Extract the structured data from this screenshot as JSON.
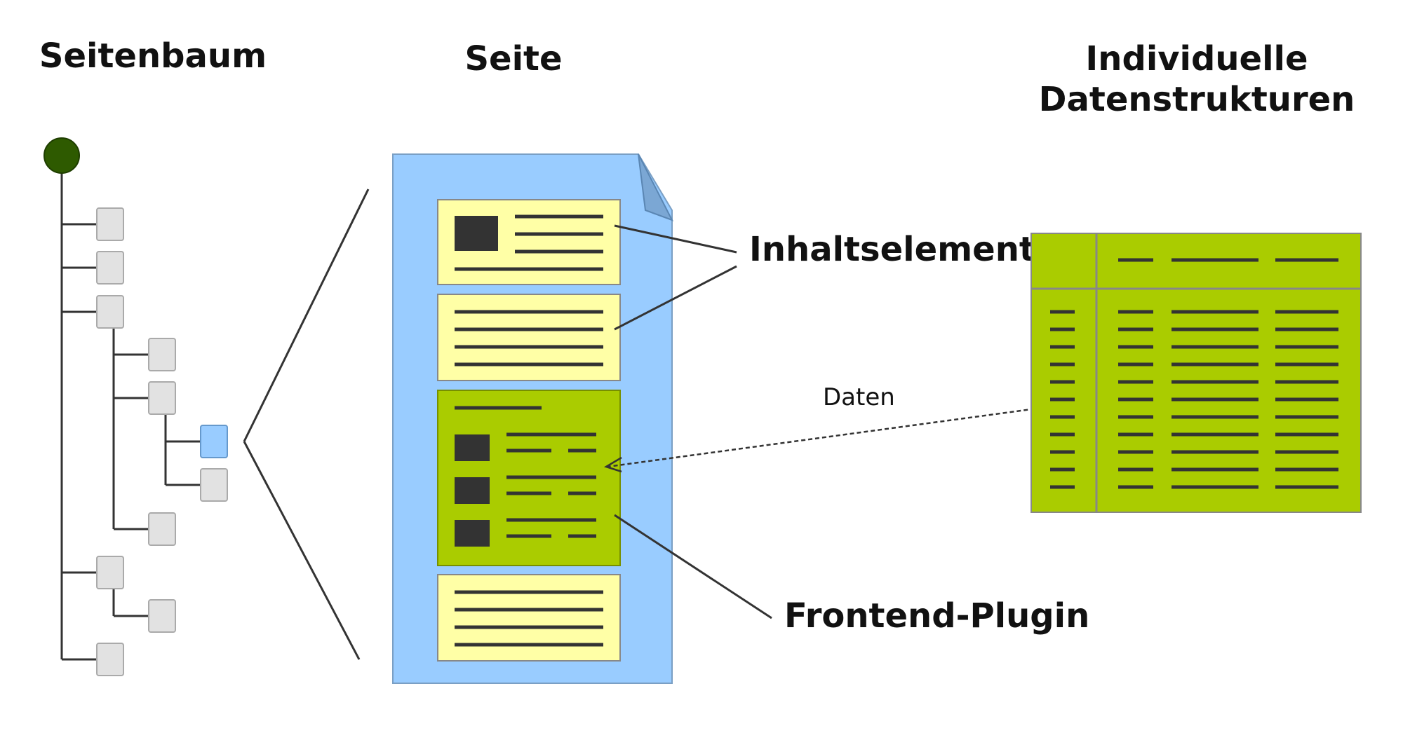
{
  "headings": {
    "tree": "Seitenbaum",
    "page": "Seite",
    "data_line1": "Individuelle",
    "data_line2": "Datenstrukturen"
  },
  "labels": {
    "content_element": "Inhaltselement",
    "frontend_plugin": "Frontend-Plugin",
    "data": "Daten"
  },
  "colors": {
    "root_node": "#2e5a00",
    "tree_node": "#e2e2e2",
    "selected_node": "#99ccff",
    "page_background": "#99ccff",
    "page_fold": "#7ba7d4",
    "content_element": "#ffffa6",
    "plugin": "#aacc00",
    "data_table": "#aacc00",
    "dark_block": "#333333"
  },
  "icons": {
    "root": "tree-root-node",
    "page": "document-page-with-folded-corner",
    "table": "data-table"
  }
}
